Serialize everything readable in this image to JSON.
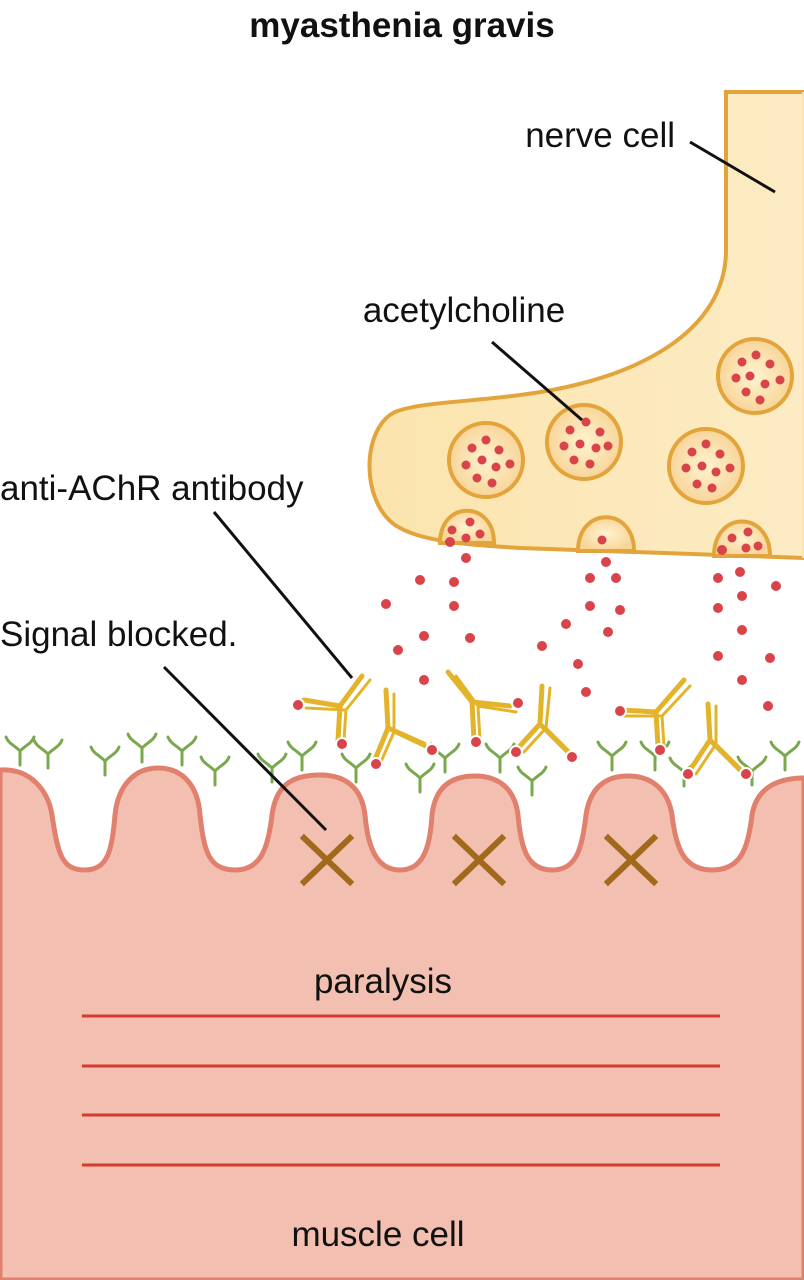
{
  "title": "myasthenia gravis",
  "labels": {
    "nerve_cell": "nerve cell",
    "acetylcholine": "acetylcholine",
    "antibody": "anti-AChR antibody",
    "signal_blocked": "Signal blocked.",
    "paralysis": "paralysis",
    "muscle_cell": "muscle cell"
  },
  "colors": {
    "nerve_fill": "#fbe6b3",
    "nerve_stroke": "#e3a53b",
    "vesicle_fill": "#f8d59a",
    "acetylcholine_dot": "#d9434a",
    "antibody": "#e3b42a",
    "receptor": "#7aa84e",
    "muscle_fill": "#f2bfb0",
    "muscle_stroke": "#e0806d",
    "blocked_x": "#a06a1c",
    "fiber_line": "#d63a2c"
  }
}
